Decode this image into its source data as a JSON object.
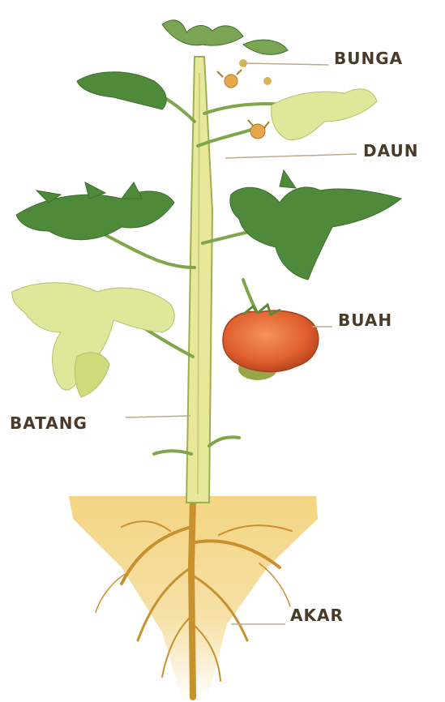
{
  "labels": {
    "bunga": "BUNGA",
    "daun": "DAUN",
    "buah": "BUAH",
    "batang": "BATANG",
    "akar": "AKAR"
  },
  "colors": {
    "stem": "#e9e89a",
    "stem_edge": "#9bb050",
    "leaf_dark": "#4f8a3a",
    "leaf_light": "#dfe79a",
    "fruit": "#e8703a",
    "soil": "#f1c868",
    "root": "#c9902e",
    "label_text": "#4a3a2a"
  }
}
